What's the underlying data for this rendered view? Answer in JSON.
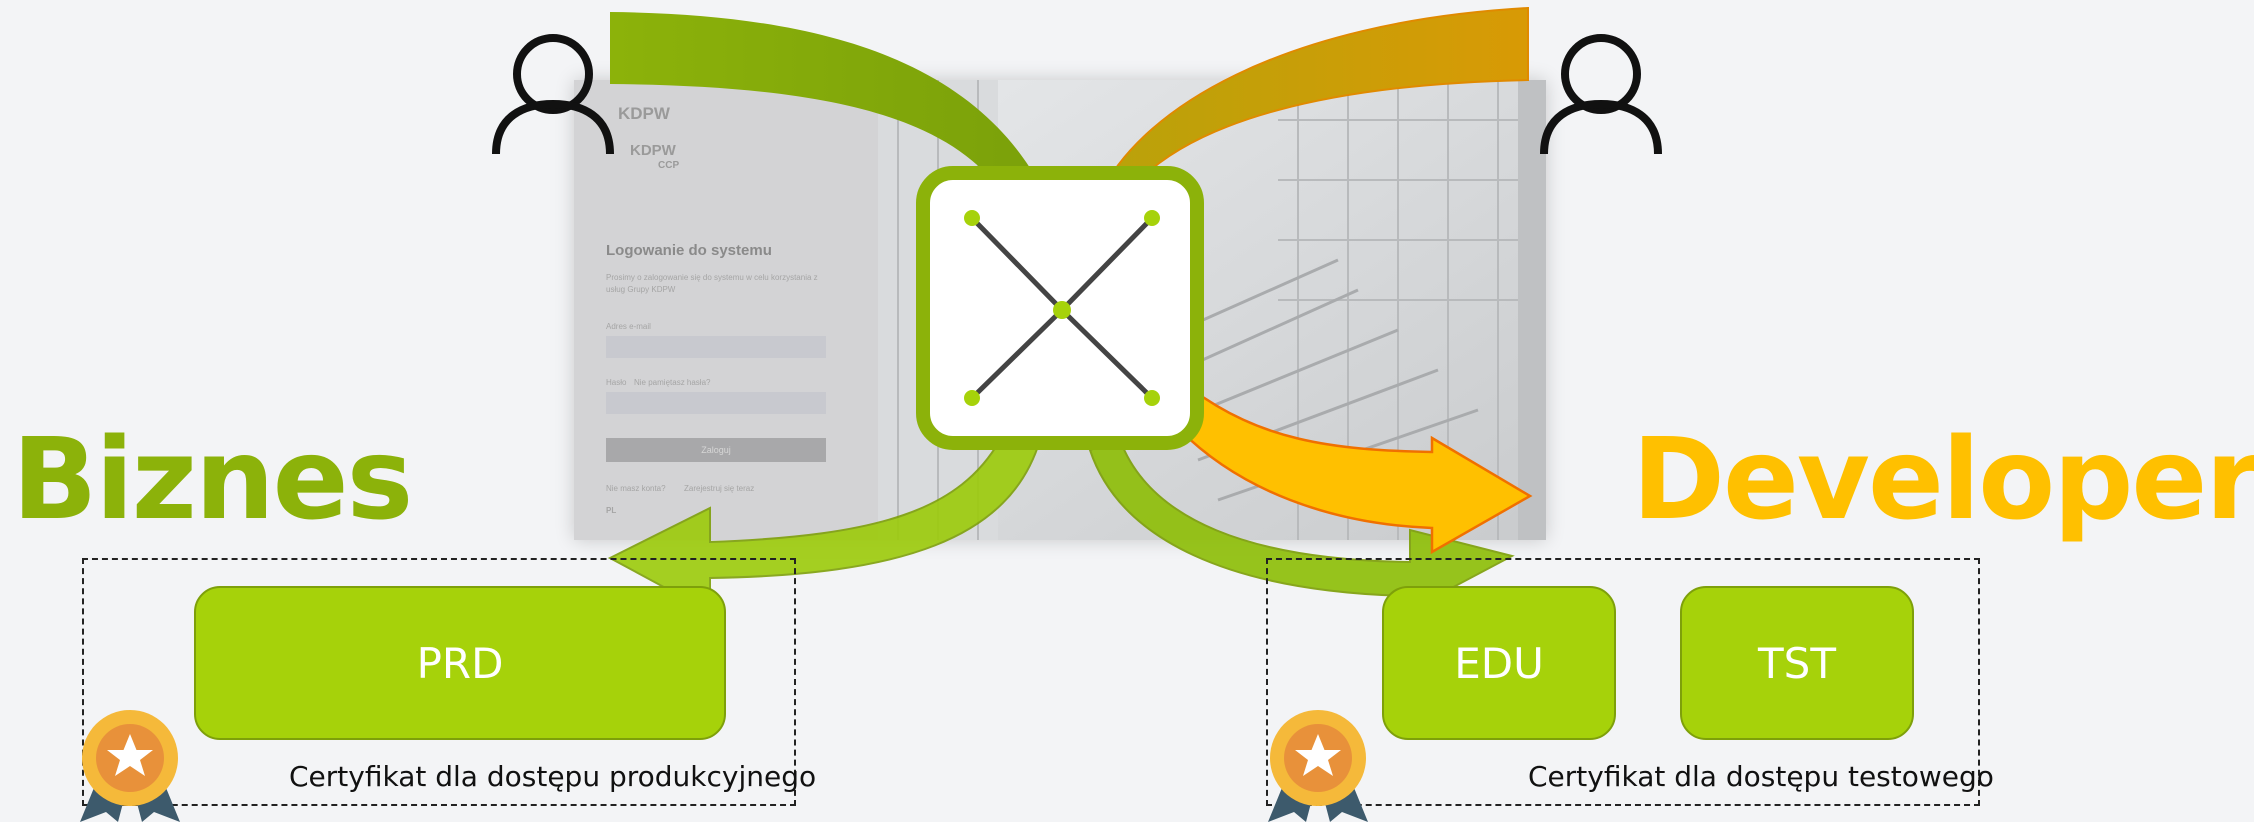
{
  "labels": {
    "business": "Biznes",
    "developers": "Developers"
  },
  "environments": {
    "prd": "PRD",
    "edu": "EDU",
    "tst": "TST"
  },
  "certificates": {
    "production": "Certyfikat dla dostępu produkcyjnego",
    "test": "Certyfikat dla dostępu testowego"
  },
  "login_screenshot": {
    "brand_1": "KDPW",
    "brand_2": "KDPW",
    "brand_2_sub": "CCP",
    "heading": "Logowanie do systemu",
    "intro": "Prosimy o zalogowanie się do systemu w celu korzystania z usług Grupy KDPW",
    "email_label": "Adres e-mail",
    "password_label": "Hasło",
    "forgot": "Nie pamiętasz hasła?",
    "login_button": "Zaloguj",
    "no_account": "Nie masz konta?",
    "register": "Zarejestruj się teraz",
    "lang": "PL"
  },
  "colors": {
    "business": "#8cb20a",
    "developers": "#ffc000",
    "env_fill": "#a6d20a",
    "arrow_green": "#8cb20a",
    "arrow_orange": "#ffc000"
  },
  "icons": [
    "user-icon",
    "user-icon",
    "network-node-icon",
    "award-badge-icon",
    "award-badge-icon"
  ]
}
